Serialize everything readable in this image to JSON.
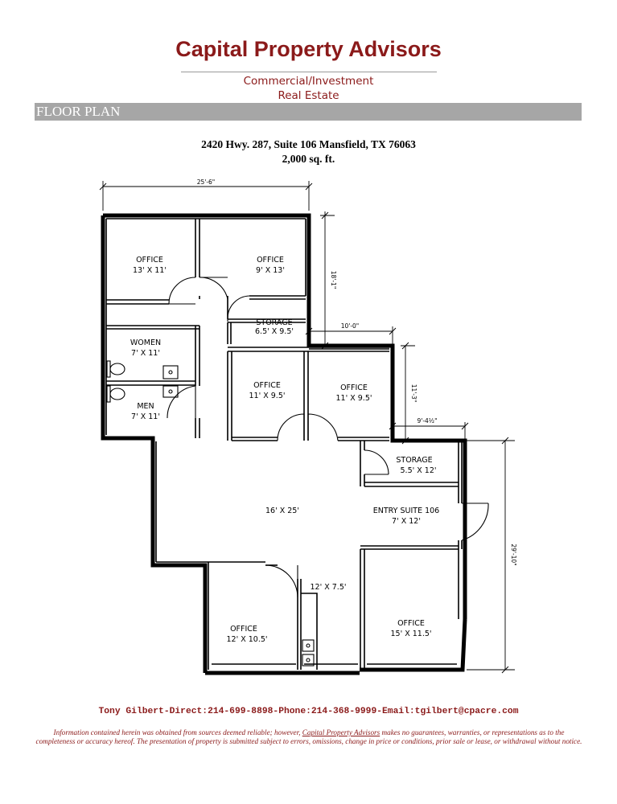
{
  "header": {
    "company": "Capital Property Advisors",
    "tagline_1": "Commercial/Investment",
    "tagline_2": "Real Estate",
    "section": "FLOOR PLAN"
  },
  "property": {
    "address": "2420 Hwy. 287, Suite 106 Mansfield, TX 76063",
    "size": "2,000 sq. ft."
  },
  "rooms": {
    "office_1": {
      "name": "OFFICE",
      "dims": "13' X 11'"
    },
    "office_2": {
      "name": "OFFICE",
      "dims": "9' X 13'"
    },
    "storage_1": {
      "name": "STORAGE",
      "dims": "6.5' X 9.5'"
    },
    "women": {
      "name": "WOMEN",
      "dims": "7' X 11'"
    },
    "men": {
      "name": "MEN",
      "dims": "7' X 11'"
    },
    "office_3": {
      "name": "OFFICE",
      "dims": "11' X 9.5'"
    },
    "office_4": {
      "name": "OFFICE",
      "dims": "11' X 9.5'"
    },
    "storage_2": {
      "name": "STORAGE",
      "dims": "5.5' X 12'"
    },
    "main": {
      "dims": "16' X 25'"
    },
    "entry": {
      "name": "ENTRY SUITE 106",
      "dims": "7' X 12'"
    },
    "kitchen": {
      "dims": "12' X 7.5'"
    },
    "office_5": {
      "name": "OFFICE",
      "dims": "12' X 10.5'"
    },
    "office_6": {
      "name": "OFFICE",
      "dims": "15' X 11.5'"
    }
  },
  "dimensions": {
    "top_width": "25'-6\"",
    "right_upper": "18'-1\"",
    "step_1": "10'-0\"",
    "right_mid": "11'-3\"",
    "step_2": "9'-4½\"",
    "right_lower": "29'-10\""
  },
  "footer": {
    "contact": "Tony Gilbert-Direct:214-699-8898-Phone:214-368-9999-Email:tgilbert@cpacre.com",
    "disclaimer_pre": "Information contained herein was obtained from sources deemed reliable; however, ",
    "disclaimer_link": "Capital Property Advisors",
    "disclaimer_post": " makes no guarantees, warranties, or representations as to the completeness or accuracy hereof. The presentation of property is submitted subject to errors, omissions, change in price or conditions, prior sale or lease, or withdrawal without notice."
  }
}
